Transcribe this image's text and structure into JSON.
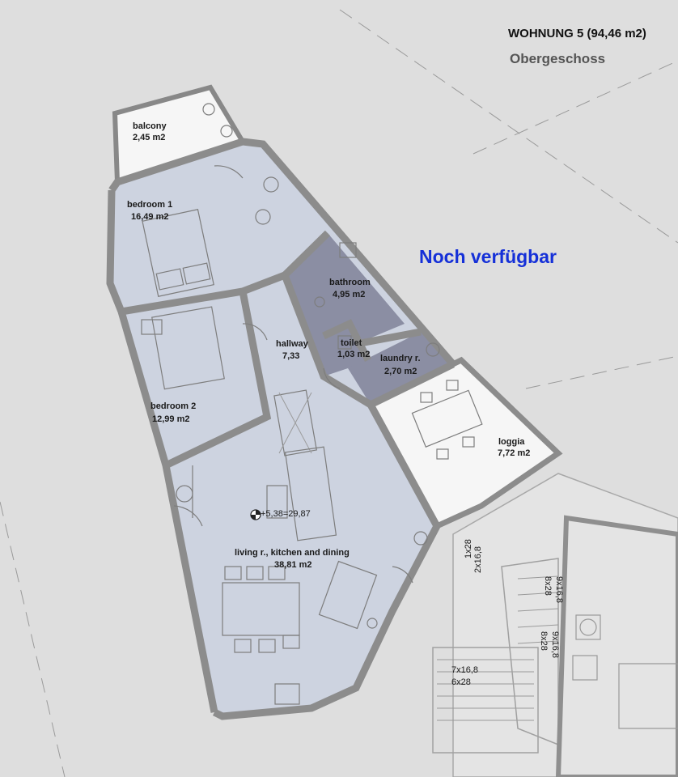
{
  "header": {
    "title": "WOHNUNG 5 (94,46 m2)",
    "subtitle": "Obergeschoss",
    "status": "Noch verfügbar"
  },
  "colors": {
    "background": "#dedede",
    "apartment_fill": "#cdd3e0",
    "wet_room_fill": "#8b8ea3",
    "outdoor_fill": "#f6f6f6",
    "status_text": "#1530d8"
  },
  "rooms": [
    {
      "id": "balcony",
      "name": "balcony",
      "area": "2,45 m2"
    },
    {
      "id": "bedroom1",
      "name": "bedroom 1",
      "area": "16,49 m2"
    },
    {
      "id": "bathroom",
      "name": "bathroom",
      "area": "4,95 m2"
    },
    {
      "id": "toilet",
      "name": "toilet",
      "area": "1,03 m2"
    },
    {
      "id": "laundry",
      "name": "laundry r.",
      "area": "2,70 m2"
    },
    {
      "id": "hallway",
      "name": "hallway",
      "area": "7,33"
    },
    {
      "id": "bedroom2",
      "name": "bedroom 2",
      "area": "12,99 m2"
    },
    {
      "id": "loggia",
      "name": "loggia",
      "area": "7,72 m2"
    },
    {
      "id": "living",
      "name": "living r., kitchen and dining",
      "area": "38,81 m2"
    }
  ],
  "level_marker": "+5,38=29,87",
  "stairs": {
    "stair_main_1": "7x16,8",
    "stair_main_2": "6x28",
    "stair_a_1": "1x28",
    "stair_a_2": "2x16,8",
    "stair_b_1": "9x16,8",
    "stair_b_2": "8x28",
    "stair_c_1": "9x16,8",
    "stair_c_2": "8x28"
  }
}
